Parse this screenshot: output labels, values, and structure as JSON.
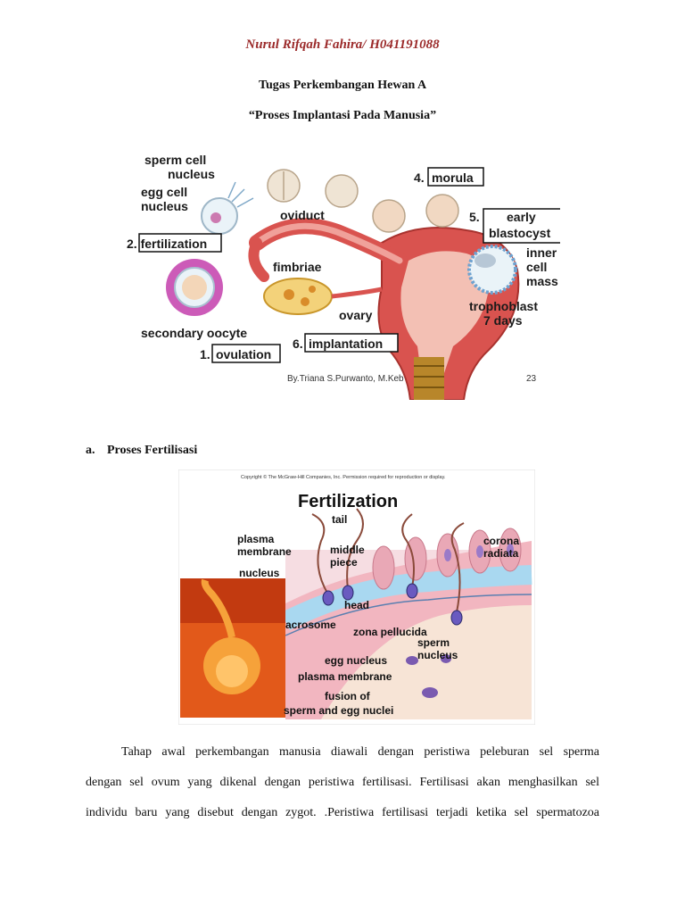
{
  "header": {
    "author": "Nurul Rifqah Fahira/ H041191088",
    "title_line1": "Tugas Perkembangan Hewan A",
    "title_line2": "“Proses Implantasi Pada Manusia”"
  },
  "figure1": {
    "labels": {
      "sperm_cell_nucleus": [
        "sperm cell",
        "nucleus"
      ],
      "egg_cell_nucleus": [
        "egg cell",
        "nucleus"
      ],
      "oviduct": "oviduct",
      "fertilization": "2. fertilization",
      "fimbriae": "fimbriae",
      "secondary_oocyte": "secondary oocyte",
      "ovary": "ovary",
      "ovulation_num": "1.",
      "ovulation": "ovulation",
      "implantation_num": "6.",
      "implantation": "implantation",
      "morula_num": "4.",
      "morula": "morula",
      "early_blastocyst_num": "5.",
      "early_blastocyst": [
        "early",
        "blastocyst"
      ],
      "inner_cell_mass": [
        "inner",
        "cell",
        "mass"
      ],
      "trophoblast": [
        "trophoblast",
        "7 days"
      ],
      "credit": "By.Triana S.Purwanto, M.Keb",
      "page": "23"
    }
  },
  "section": {
    "number": "a.",
    "title": "Proses Fertilisasi"
  },
  "figure2": {
    "copyright": "Copyright © The McGraw-Hill Companies, Inc. Permission required for reproduction or display.",
    "title": "Fertilization",
    "labels": {
      "tail": "tail",
      "plasma_membrane": [
        "plasma",
        "membrane"
      ],
      "middle_piece": [
        "middle",
        "piece"
      ],
      "corona_radiata": [
        "corona",
        "radiata"
      ],
      "nucleus": "nucleus",
      "head": "head",
      "acrosome": "acrosome",
      "zona_pellucida": "zona pellucida",
      "sperm_nucleus": [
        "sperm",
        "nucleus"
      ],
      "egg_nucleus": "egg nucleus",
      "plasma_membrane_2": "plasma membrane",
      "fusion": [
        "fusion of",
        "sperm and egg nuclei"
      ]
    }
  },
  "paragraph": {
    "lines": [
      "Tahap awal perkembangan manusia diawali dengan peristiwa peleburan sel sperma",
      "dengan sel ovum yang dikenal dengan peristiwa fertilisasi. Fertilisasi akan menghasilkan sel",
      "individu baru yang disebut dengan zygot. .Peristiwa fertilisasi terjadi ketika sel spermatozoa"
    ]
  },
  "colors": {
    "author": "#9b2a2a",
    "uterus": "#d9534f",
    "tissue_pink": "#f2b6c0",
    "zona_blue": "#a9d8f0",
    "nucleus_purple": "#7a5ab0"
  }
}
